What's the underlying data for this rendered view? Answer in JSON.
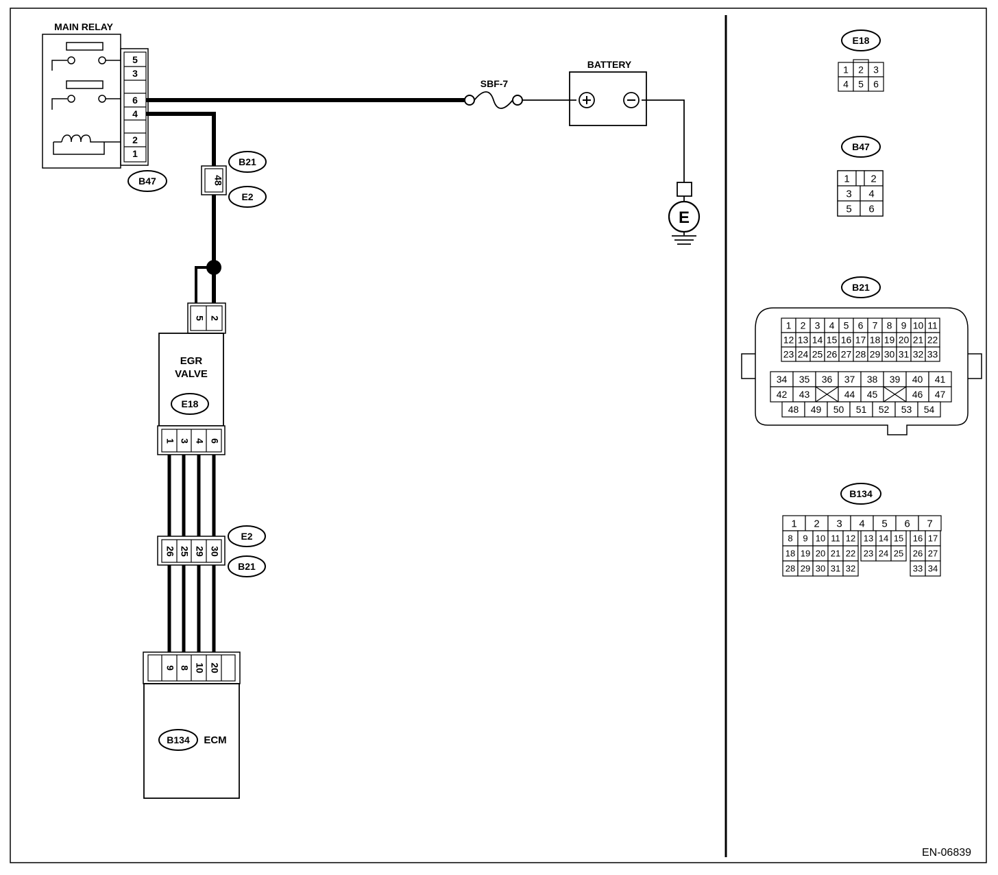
{
  "labels": {
    "main_relay": "MAIN RELAY",
    "battery": "BATTERY",
    "fuse": "SBF-7",
    "egr_line1": "EGR",
    "egr_line2": "VALVE",
    "ecm": "ECM",
    "ground": "E",
    "figure_id": "EN-06839"
  },
  "tags": {
    "b47": "B47",
    "b21": "B21",
    "e2": "E2",
    "e18": "E18",
    "b134": "B134"
  },
  "relay_pins": [
    "5",
    "3",
    "6",
    "4",
    "2",
    "1"
  ],
  "b21_e2_pin": "48",
  "egr_top_pins": [
    "5",
    "2"
  ],
  "egr_bottom_pins": [
    "1",
    "3",
    "4",
    "6"
  ],
  "joint_pins": [
    "26",
    "25",
    "29",
    "30"
  ],
  "ecm_pins": [
    "9",
    "8",
    "10",
    "20"
  ],
  "side_connectors": {
    "e18": {
      "label": "E18",
      "rows": [
        [
          "1",
          "2",
          "3"
        ],
        [
          "4",
          "5",
          "6"
        ]
      ]
    },
    "b47": {
      "label": "B47",
      "rows": [
        [
          "1",
          "2"
        ],
        [
          "3",
          "4"
        ],
        [
          "5",
          "6"
        ]
      ]
    },
    "b21": {
      "label": "B21",
      "rows": [
        [
          "1",
          "2",
          "3",
          "4",
          "5",
          "6",
          "7",
          "8",
          "9",
          "10",
          "11"
        ],
        [
          "12",
          "13",
          "14",
          "15",
          "16",
          "17",
          "18",
          "19",
          "20",
          "21",
          "22"
        ],
        [
          "23",
          "24",
          "25",
          "26",
          "27",
          "28",
          "29",
          "30",
          "31",
          "32",
          "33"
        ],
        [
          "34",
          "35",
          "36",
          "37",
          "38",
          "39",
          "40",
          "41"
        ],
        [
          "42",
          "43",
          "",
          "44",
          "45",
          "",
          "46",
          "47"
        ],
        [
          "48",
          "49",
          "50",
          "51",
          "52",
          "53",
          "54"
        ]
      ]
    },
    "b134": {
      "label": "B134",
      "rows": [
        [
          "1",
          "2",
          "3",
          "4",
          "5",
          "6",
          "7"
        ],
        [
          "8",
          "9",
          "10",
          "11",
          "12",
          "13",
          "14",
          "15",
          "16",
          "17"
        ],
        [
          "18",
          "19",
          "20",
          "21",
          "22",
          "23",
          "24",
          "25",
          "26",
          "27"
        ],
        [
          "28",
          "29",
          "30",
          "31",
          "32",
          "33",
          "34"
        ]
      ]
    }
  }
}
